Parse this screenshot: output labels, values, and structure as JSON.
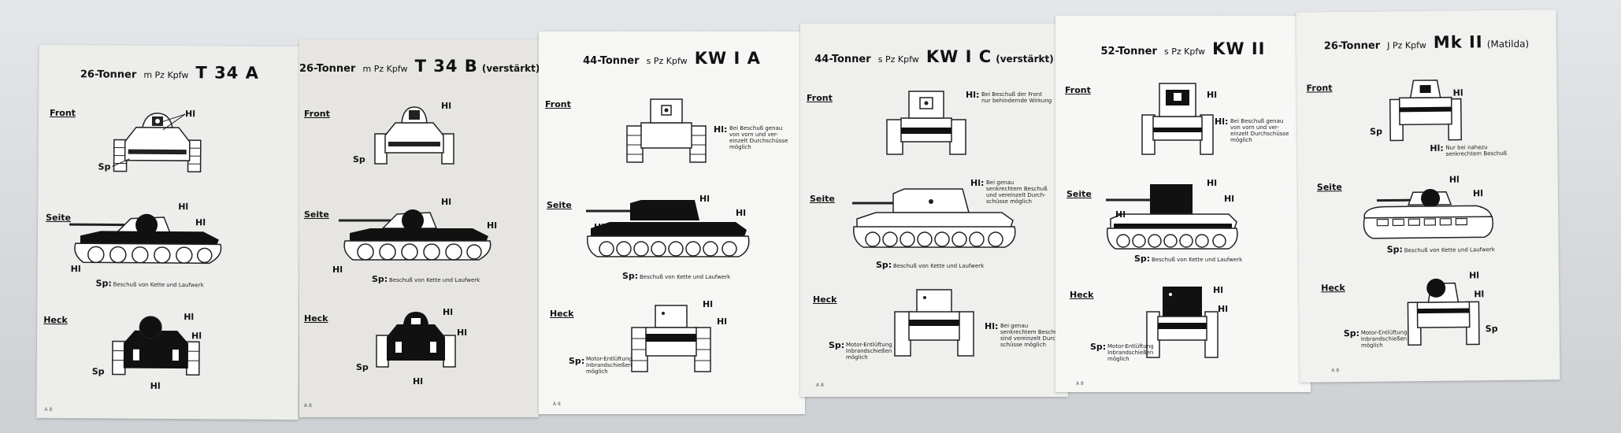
{
  "sections": {
    "front": "Front",
    "side": "Seite",
    "rear": "Heck"
  },
  "marks": {
    "hl": "Hl",
    "sp": "Sp",
    "hl_colon": "Hl:",
    "sp_colon": "Sp:"
  },
  "panels": [
    {
      "weight": "26-Tonner",
      "class": "m Pz Kpfw",
      "model": "T 34 A",
      "suffix": "",
      "side_note": "Beschuß von Kette und Laufwerk",
      "footer": "A 8",
      "colors": {
        "paper": "#ededeb"
      }
    },
    {
      "weight": "26-Tonner",
      "class": "m Pz Kpfw",
      "model": "T 34 B",
      "suffix": "(verstärkt)",
      "side_note": "Beschuß von Kette und Laufwerk",
      "footer": "A 8",
      "colors": {
        "paper": "#e6e5e1"
      }
    },
    {
      "weight": "44-Tonner",
      "class": "s Pz Kpfw",
      "model": "KW I A",
      "suffix": "",
      "front_note": "Bei Beschuß genau\nvon vorn und ver-\neinzelt Durchschüsse\nmöglich",
      "side_note": "Beschuß von Kette und Laufwerk",
      "rear_note": "Motor-Entlüftung\nInbrandschießen\nmöglich",
      "footer": "A 8",
      "colors": {
        "paper": "#f6f6f4"
      }
    },
    {
      "weight": "44-Tonner",
      "class": "s Pz Kpfw",
      "model": "KW I C",
      "suffix": "(verstärkt)",
      "front_note": "Bei Beschuß der Front\nnur behindernde Wirkung",
      "side_note_hl": "Bei genau\nsenkrechtem Beschuß\nund vereinzelt Durch-\nschüsse möglich",
      "side_note": "Beschuß von Kette und Laufwerk",
      "rear_note_hl": "Bei genau\nsenkrechtem Beschuß\nsind vereinzelt Durch-\nschüsse möglich",
      "rear_note": "Motor-Entlüftung\nInbrandschießen\nmöglich",
      "footer": "A 8",
      "colors": {
        "paper": "#efefed"
      }
    },
    {
      "weight": "52-Tonner",
      "class": "s Pz Kpfw",
      "model": "KW II",
      "suffix": "",
      "front_note": "Bei Beschuß genau\nvon vorn und ver-\neinzelt Durchschüsse\nmöglich",
      "side_note": "Beschuß von Kette und Laufwerk",
      "rear_note": "Motor-Entlüftung\nInbrandschießen\nmöglich",
      "footer": "A 8",
      "colors": {
        "paper": "#f7f7f6"
      }
    },
    {
      "weight": "26-Tonner",
      "class": "J Pz Kpfw",
      "model": "Mk II",
      "suffix": "(Matilda)",
      "front_note": "Nur bei nahezu\nsenkrechtem Beschuß",
      "side_note": "Beschuß von Kette und Laufwerk",
      "rear_note": "Motor-Entlüftung\nInbrandschießen\nmöglich",
      "footer": "A 8",
      "colors": {
        "paper": "#f1f1ef"
      }
    }
  ]
}
